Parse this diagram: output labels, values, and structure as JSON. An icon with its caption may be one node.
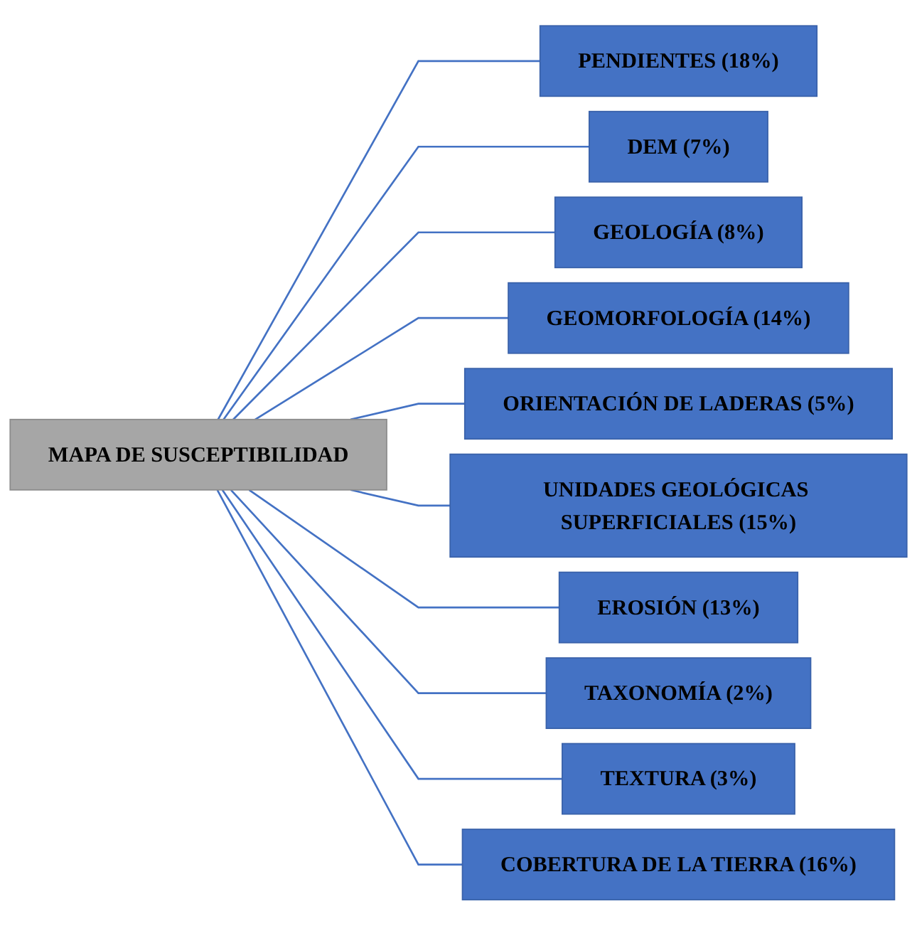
{
  "diagram": {
    "nodes": [
      {
        "text": [
          "MAPA DE SUSCEPTIBILIDAD"
        ]
      },
      {
        "text": [
          "PENDIENTES (18%)"
        ]
      },
      {
        "text": [
          "DEM (7%)"
        ]
      },
      {
        "text": [
          "GEOLOGÍA (8%)"
        ]
      },
      {
        "text": [
          "GEOMORFOLOGÍA (14%)"
        ]
      },
      {
        "text": [
          "ORIENTACIÓN DE LADERAS (5%)"
        ]
      },
      {
        "text": [
          "UNIDADES GEOLÓGICAS SUPERFICIALES (15%)"
        ]
      },
      {
        "text": [
          "EROSIÓN (13%)"
        ]
      },
      {
        "text": [
          "TAXONOMÍA (2%)"
        ]
      },
      {
        "text": [
          "TEXTURA (3%)"
        ]
      },
      {
        "text": [
          "COBERTURA DE LA TIERRA (16%)"
        ]
      }
    ],
    "edges": [
      {
        "from": 0,
        "to": 1,
        "arrow": "none"
      },
      {
        "from": 0,
        "to": 2,
        "arrow": "none"
      },
      {
        "from": 0,
        "to": 3,
        "arrow": "none"
      },
      {
        "from": 0,
        "to": 4,
        "arrow": "none"
      },
      {
        "from": 0,
        "to": 5,
        "arrow": "none"
      },
      {
        "from": 0,
        "to": 6,
        "arrow": "none"
      },
      {
        "from": 0,
        "to": 7,
        "arrow": "none"
      },
      {
        "from": 0,
        "to": 8,
        "arrow": "none"
      },
      {
        "from": 0,
        "to": 9,
        "arrow": "none"
      },
      {
        "from": 0,
        "to": 10,
        "arrow": "none"
      }
    ]
  }
}
